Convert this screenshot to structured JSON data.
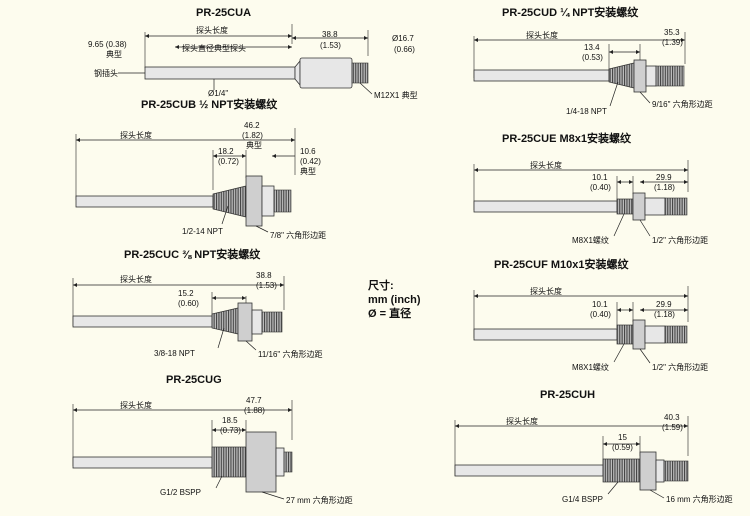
{
  "cua": {
    "title": "PR-25CUA",
    "probe_length": "探头长度",
    "diameter_note": "探头直径典型探头",
    "dim1": "38.8",
    "dim1_in": "(1.53)",
    "tip_dim": "9.65 (0.38)",
    "tip_typ": "典型",
    "od_dim": "Ø16.7",
    "od_in": "(0.66)",
    "tip_label": "钢插头",
    "diameter": "Ø1/4\"",
    "thread_label": "M12X1 典型"
  },
  "cub": {
    "title": "PR-25CUB ½ NPT安装螺纹",
    "probe_length": "探头长度",
    "dim1": "46.2",
    "dim1_in": "(1.82)",
    "dim1_typ": "典型",
    "dim2": "18.2",
    "dim2_in": "(0.72)",
    "dim3": "10.6",
    "dim3_in": "(0.42)",
    "dim3_typ": "典型",
    "npt_label": "1/2-14 NPT",
    "hex_label": "7/8\" 六角形边距"
  },
  "cuc": {
    "title": "PR-25CUC ⅜ NPT安装螺纹",
    "probe_length": "探头长度",
    "dim1": "38.8",
    "dim1_in": "(1.53)",
    "dim2": "15.2",
    "dim2_in": "(0.60)",
    "npt_label": "3/8-18 NPT",
    "hex_label": "11/16\" 六角形边距"
  },
  "units": {
    "title": "尺寸:",
    "line1": "mm (inch)",
    "line2": "Ø = 直径"
  },
  "cug": {
    "title": "PR-25CUG",
    "probe_length": "探头长度",
    "dim1": "47.7",
    "dim1_in": "(1.88)",
    "dim2": "18.5",
    "dim2_in": "(0.73)",
    "bspp_label": "G1/2 BSPP",
    "hex_label": "27 mm 六角形边距"
  },
  "cud": {
    "title": "PR-25CUD ¼ NPT安装螺纹",
    "probe_length": "探头长度",
    "dim1": "35.3",
    "dim1_in": "(1.39)",
    "dim2": "13.4",
    "dim2_in": "(0.53)",
    "npt_label": "1/4-18 NPT",
    "hex_label": "9/16\" 六角形边距"
  },
  "cue": {
    "title": "PR-25CUE M8x1安装螺纹",
    "probe_length": "探头长度",
    "dim1": "29.9",
    "dim1_in": "(1.18)",
    "dim2": "10.1",
    "dim2_in": "(0.40)",
    "m_label": "M8X1螺纹",
    "hex_label": "1/2\" 六角形边距"
  },
  "cuf": {
    "title": "PR-25CUF M10x1安装螺纹",
    "probe_length": "探头长度",
    "dim1": "29.9",
    "dim1_in": "(1.18)",
    "dim2": "10.1",
    "dim2_in": "(0.40)",
    "m_label": "M8X1螺纹",
    "hex_label": "1/2\" 六角形边距"
  },
  "cuh": {
    "title": "PR-25CUH",
    "probe_length": "探头长度",
    "dim1": "40.3",
    "dim1_in": "(1.59)",
    "dim2": "15",
    "dim2_in": "(0.59)",
    "bspp_label": "G1/4 BSPP",
    "hex_label": "16 mm 六角形边距"
  }
}
